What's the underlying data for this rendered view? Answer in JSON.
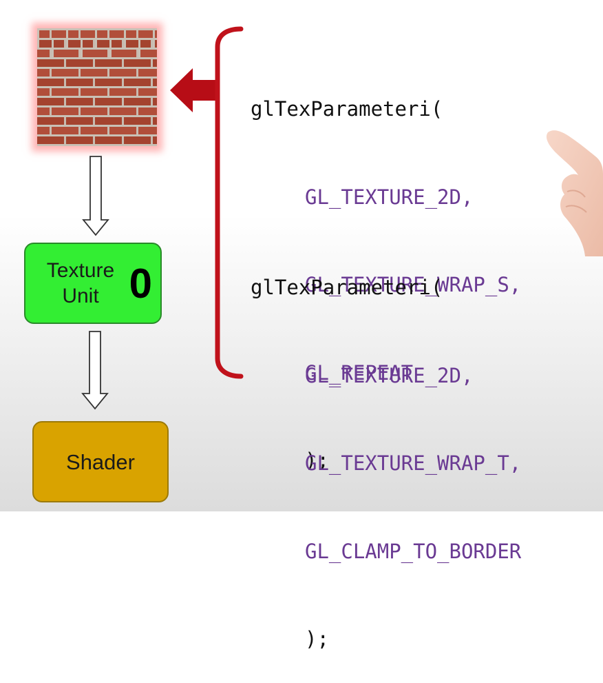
{
  "diagram": {
    "texture_unit": {
      "label": "Texture Unit",
      "number": "0"
    },
    "shader": {
      "label": "Shader"
    },
    "code_blocks": [
      {
        "function": "glTexParameteri(",
        "args": [
          "GL_TEXTURE_2D,",
          "GL_TEXTURE_WRAP_S,",
          "GL_REPEAT"
        ],
        "close": ");"
      },
      {
        "function": "glTexParameteri(",
        "args": [
          "GL_TEXTURE_2D,",
          "GL_TEXTURE_WRAP_T,",
          "GL_CLAMP_TO_BORDER"
        ],
        "close": ");"
      }
    ]
  },
  "colors": {
    "texture_unit_fill": "#33ee33",
    "shader_fill": "#d9a300",
    "bracket_red": "#c0121b",
    "code_arg_purple": "#6a3a93",
    "texture_glow": "#ff7878"
  },
  "icons": [
    "brick-wall-texture",
    "down-arrow-icon",
    "left-arrow-icon",
    "curly-bracket",
    "pointing-hand"
  ]
}
